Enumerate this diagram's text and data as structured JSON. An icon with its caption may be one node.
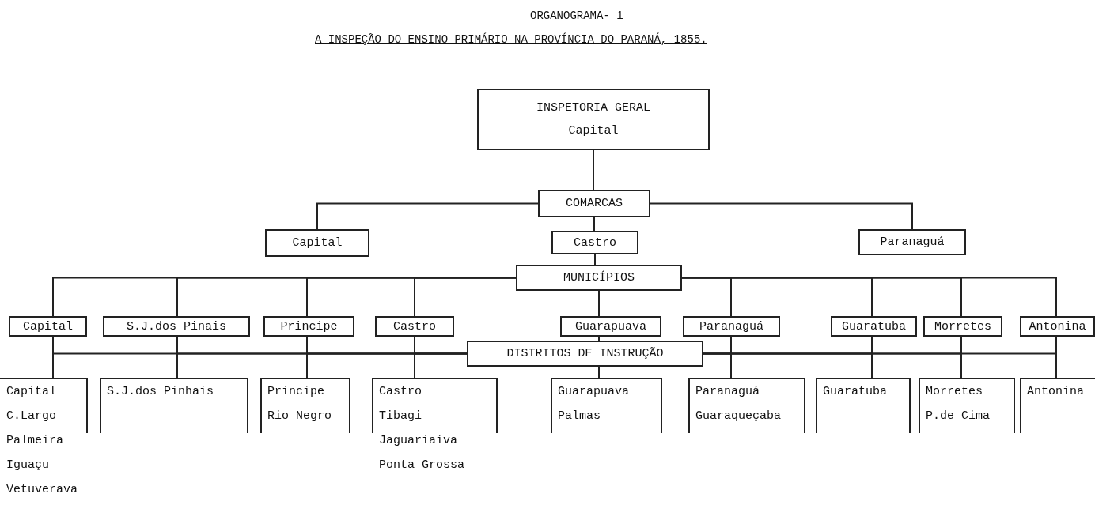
{
  "diagram": {
    "title": "ORGANOGRAMA- 1",
    "nodes": [
      {
        "text": [
          "INSPETORIA GERAL",
          "Capital"
        ]
      },
      {
        "text": [
          "COMARCAS"
        ]
      },
      {
        "text": [
          "Capital"
        ]
      },
      {
        "text": [
          "Castro"
        ]
      },
      {
        "text": [
          "Paranaguá"
        ]
      },
      {
        "text": [
          "MUNICÍPIOS"
        ]
      },
      {
        "text": [
          "Capital"
        ]
      },
      {
        "text": [
          "S.J.dos Pinais"
        ]
      },
      {
        "text": [
          "Principe"
        ]
      },
      {
        "text": [
          "Castro"
        ]
      },
      {
        "text": [
          "Guarapuava"
        ]
      },
      {
        "text": [
          "Paranaguá"
        ]
      },
      {
        "text": [
          "Guaratuba"
        ]
      },
      {
        "text": [
          "Morretes"
        ]
      },
      {
        "text": [
          "Antonina"
        ]
      },
      {
        "text": [
          "DISTRITOS DE INSTRUÇÃO"
        ]
      },
      {
        "text": [
          "Capital",
          "C.Largo",
          "Palmeira",
          "Iguaçu",
          "Vetuverava"
        ]
      },
      {
        "text": [
          "S.J.dos Pinhais"
        ]
      },
      {
        "text": [
          "Principe",
          "Rio Negro"
        ]
      },
      {
        "text": [
          "Castro",
          "Tibagi",
          "Jaguariaíva",
          "Ponta Grossa"
        ]
      },
      {
        "text": [
          "Guarapuava",
          "Palmas"
        ]
      },
      {
        "text": [
          "Paranaguá",
          "Guaraqueçaba"
        ]
      },
      {
        "text": [
          "Guaratuba"
        ]
      },
      {
        "text": [
          "Morretes",
          "P.de Cima"
        ]
      },
      {
        "text": [
          "Antonina"
        ]
      }
    ],
    "edges": [
      {
        "from": 0,
        "to": 1,
        "arrow": "none"
      },
      {
        "from": 1,
        "to": 2,
        "arrow": "none"
      },
      {
        "from": 1,
        "to": 3,
        "arrow": "none"
      },
      {
        "from": 1,
        "to": 4,
        "arrow": "none"
      },
      {
        "from": 3,
        "to": 5,
        "arrow": "none"
      },
      {
        "from": 5,
        "to": 6,
        "arrow": "none"
      },
      {
        "from": 5,
        "to": 7,
        "arrow": "none"
      },
      {
        "from": 5,
        "to": 8,
        "arrow": "none"
      },
      {
        "from": 5,
        "to": 9,
        "arrow": "none"
      },
      {
        "from": 5,
        "to": 10,
        "arrow": "none"
      },
      {
        "from": 5,
        "to": 11,
        "arrow": "none"
      },
      {
        "from": 5,
        "to": 12,
        "arrow": "none"
      },
      {
        "from": 5,
        "to": 13,
        "arrow": "none"
      },
      {
        "from": 5,
        "to": 14,
        "arrow": "none"
      },
      {
        "from": 6,
        "to": 16,
        "arrow": "none"
      },
      {
        "from": 7,
        "to": 17,
        "arrow": "none"
      },
      {
        "from": 8,
        "to": 18,
        "arrow": "none"
      },
      {
        "from": 9,
        "to": 19,
        "arrow": "none"
      },
      {
        "from": 11,
        "to": 21,
        "arrow": "none"
      },
      {
        "from": 12,
        "to": 22,
        "arrow": "none"
      },
      {
        "from": 13,
        "to": 23,
        "arrow": "none"
      },
      {
        "from": 14,
        "to": 24,
        "arrow": "none"
      },
      {
        "from": 10,
        "to": 15,
        "arrow": "none"
      },
      {
        "from": 15,
        "to": 16,
        "arrow": "none"
      },
      {
        "from": 15,
        "to": 17,
        "arrow": "none"
      },
      {
        "from": 15,
        "to": 18,
        "arrow": "none"
      },
      {
        "from": 15,
        "to": 19,
        "arrow": "none"
      },
      {
        "from": 15,
        "to": 20,
        "arrow": "none"
      },
      {
        "from": 15,
        "to": 21,
        "arrow": "none"
      },
      {
        "from": 15,
        "to": 22,
        "arrow": "none"
      },
      {
        "from": 15,
        "to": 23,
        "arrow": "none"
      },
      {
        "from": 15,
        "to": 24,
        "arrow": "none"
      }
    ],
    "labels": [
      "A INSPEÇÃO DO ENSINO PRIMÁRIO NA PROVÍNCIA DO PARANÁ, 1855."
    ]
  }
}
